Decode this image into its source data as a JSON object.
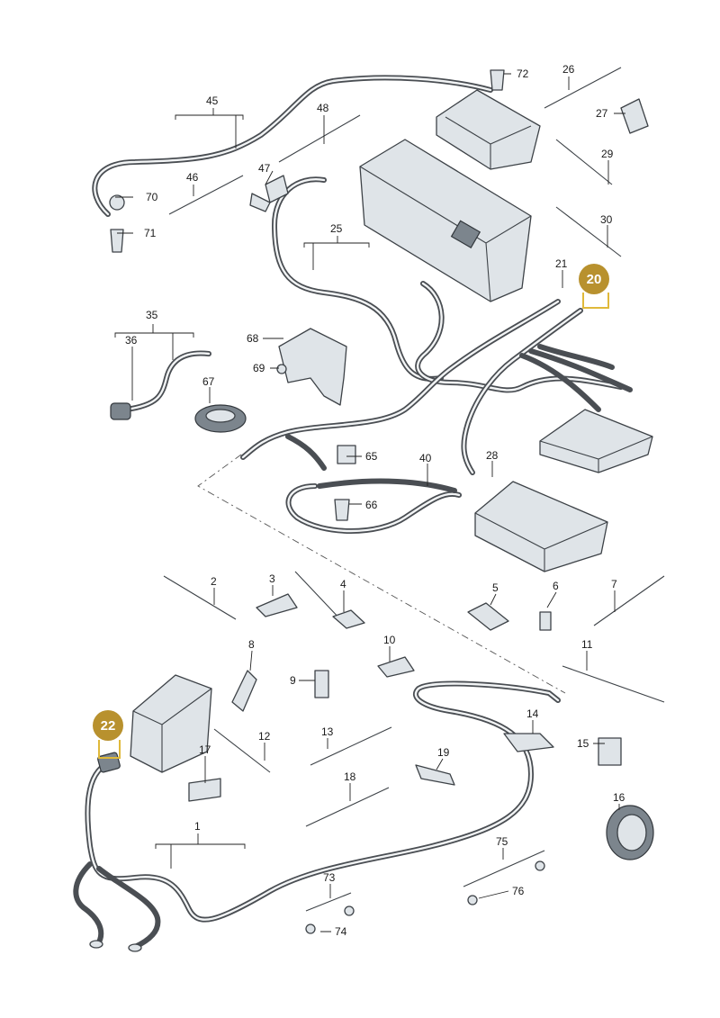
{
  "callouts": [
    {
      "id": "c72",
      "text": "72"
    },
    {
      "id": "c26",
      "text": "26"
    },
    {
      "id": "c45",
      "text": "45"
    },
    {
      "id": "c48",
      "text": "48"
    },
    {
      "id": "c27",
      "text": "27"
    },
    {
      "id": "c29",
      "text": "29"
    },
    {
      "id": "c47",
      "text": "47"
    },
    {
      "id": "c46",
      "text": "46"
    },
    {
      "id": "c70",
      "text": "70"
    },
    {
      "id": "c25",
      "text": "25"
    },
    {
      "id": "c30",
      "text": "30"
    },
    {
      "id": "c71",
      "text": "71"
    },
    {
      "id": "c21",
      "text": "21"
    },
    {
      "id": "c35",
      "text": "35"
    },
    {
      "id": "c36",
      "text": "36"
    },
    {
      "id": "c68",
      "text": "68"
    },
    {
      "id": "c69",
      "text": "69"
    },
    {
      "id": "c67",
      "text": "67"
    },
    {
      "id": "c65",
      "text": "65"
    },
    {
      "id": "c40",
      "text": "40"
    },
    {
      "id": "c28",
      "text": "28"
    },
    {
      "id": "c66",
      "text": "66"
    },
    {
      "id": "c2",
      "text": "2"
    },
    {
      "id": "c3",
      "text": "3"
    },
    {
      "id": "c4",
      "text": "4"
    },
    {
      "id": "c5",
      "text": "5"
    },
    {
      "id": "c6",
      "text": "6"
    },
    {
      "id": "c7",
      "text": "7"
    },
    {
      "id": "c8",
      "text": "8"
    },
    {
      "id": "c10",
      "text": "10"
    },
    {
      "id": "c11",
      "text": "11"
    },
    {
      "id": "c9",
      "text": "9"
    },
    {
      "id": "c14",
      "text": "14"
    },
    {
      "id": "c13",
      "text": "13"
    },
    {
      "id": "c12",
      "text": "12"
    },
    {
      "id": "c17",
      "text": "17"
    },
    {
      "id": "c19",
      "text": "19"
    },
    {
      "id": "c15",
      "text": "15"
    },
    {
      "id": "c18",
      "text": "18"
    },
    {
      "id": "c16",
      "text": "16"
    },
    {
      "id": "c1",
      "text": "1"
    },
    {
      "id": "c75",
      "text": "75"
    },
    {
      "id": "c73",
      "text": "73"
    },
    {
      "id": "c76",
      "text": "76"
    },
    {
      "id": "c74",
      "text": "74"
    }
  ],
  "badges": [
    {
      "id": "b20",
      "text": "20"
    },
    {
      "id": "b22",
      "text": "22"
    }
  ],
  "colors": {
    "badge_fill": "#b8912e",
    "badge_highlight": "#e0b93a",
    "wire": "#4a4e53",
    "part_fill": "#dfe4e8"
  }
}
